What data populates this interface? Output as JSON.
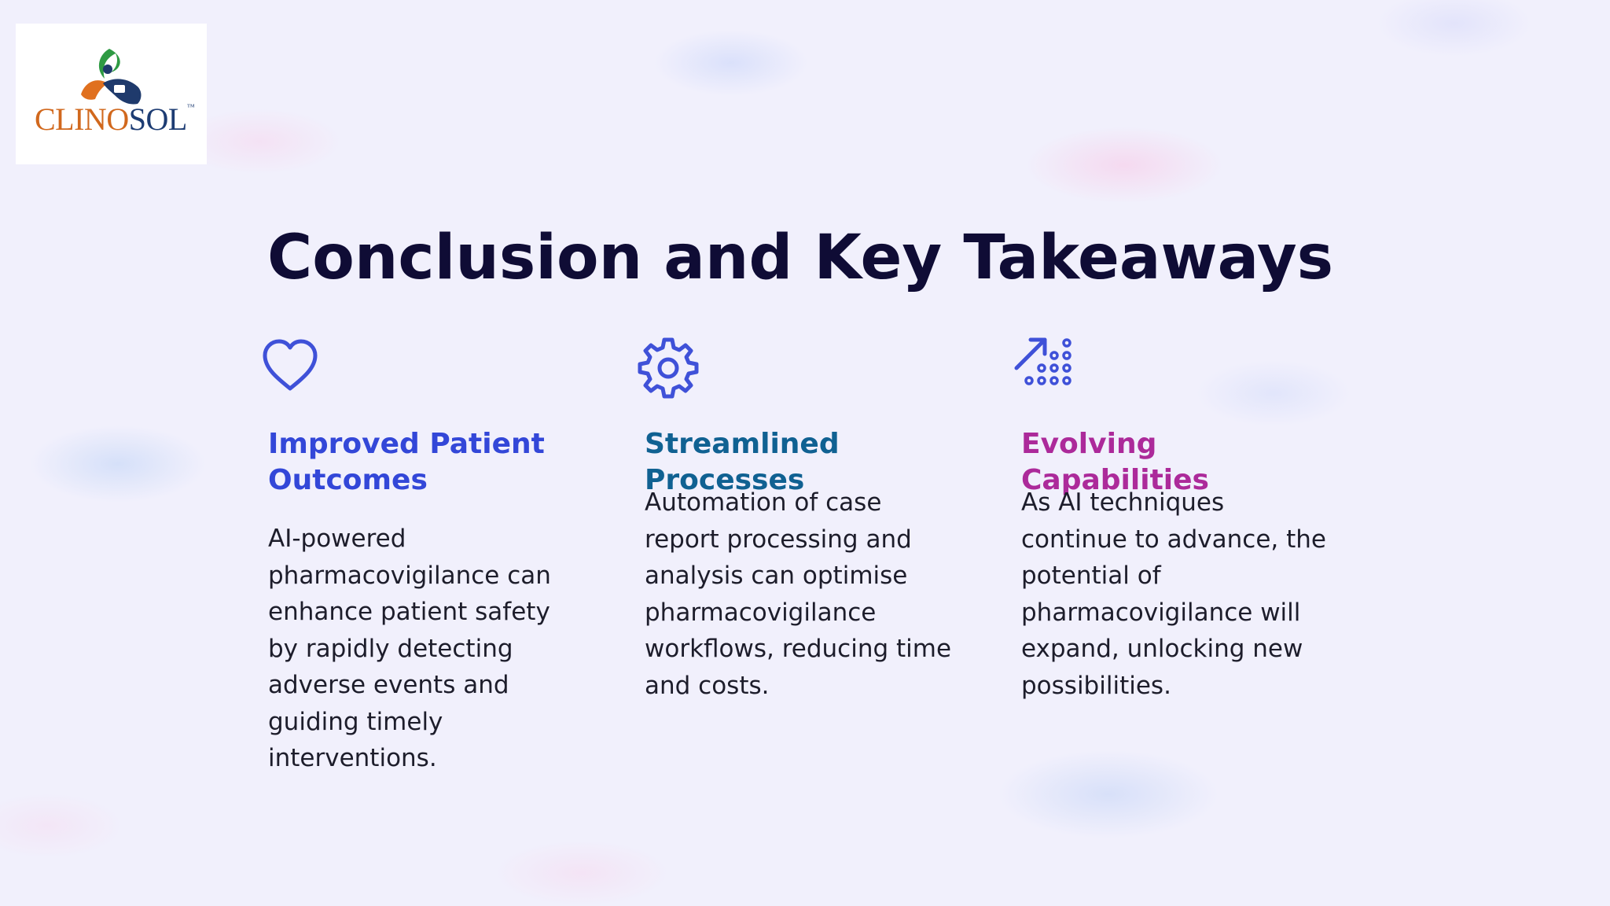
{
  "logo": {
    "text_part1": "CLINO",
    "text_part2": "SOL",
    "trademark": "™"
  },
  "title": "Conclusion and Key Takeaways",
  "accent_color": "#3f51d8",
  "cards": [
    {
      "icon": "heart-icon",
      "heading": "Improved Patient Outcomes",
      "heading_color": "#3347d8",
      "body": "AI-powered pharmacovigilance can enhance patient safety by rapidly detecting adverse events and guiding timely interventions."
    },
    {
      "icon": "gear-icon",
      "heading": "Streamlined Processes",
      "heading_color": "#106192",
      "body": "Automation of case report processing and analysis can optimise pharmacovigilance workflows, reducing time and costs."
    },
    {
      "icon": "growth-chart-icon",
      "heading": "Evolving Capabilities",
      "heading_color": "#ac2a9a",
      "body": "As AI techniques continue to advance, the potential of pharmacovigilance will expand, unlocking new possibilities."
    }
  ]
}
